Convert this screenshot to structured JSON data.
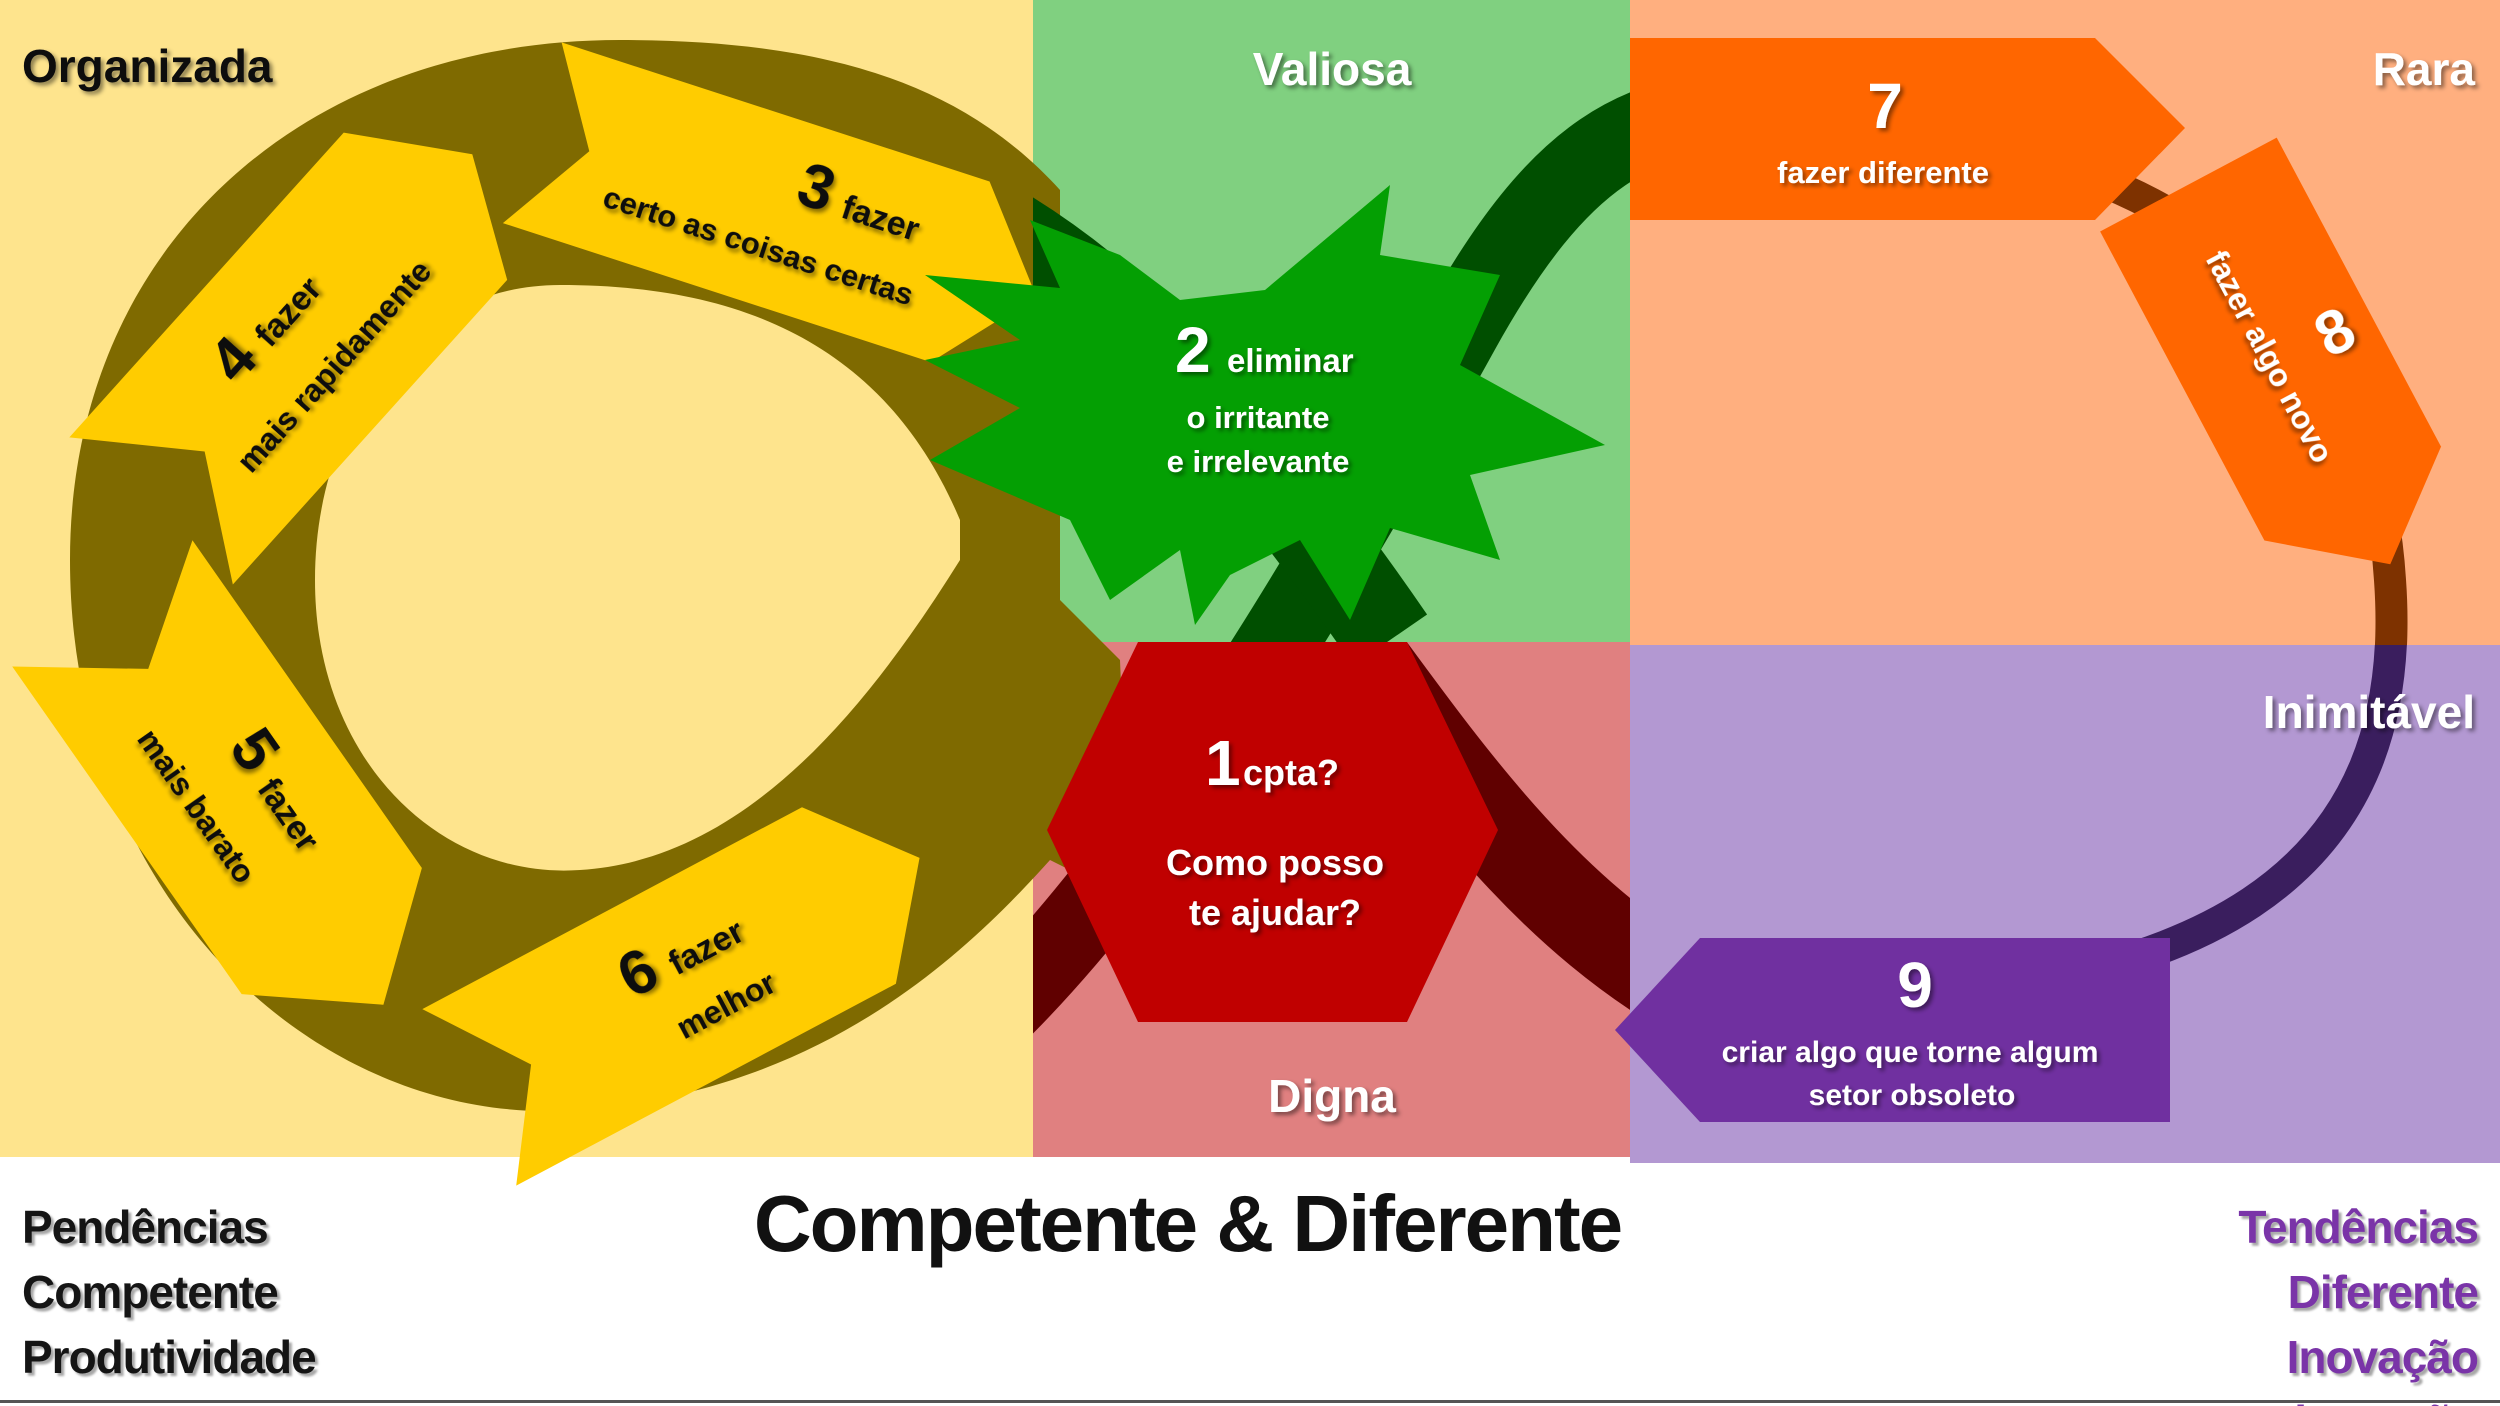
{
  "quadrants": {
    "organizada": "Organizada",
    "valiosa": "Valiosa",
    "rara": "Rara",
    "inimitavel": "Inimitável",
    "digna": "Digna"
  },
  "steps": {
    "s1": {
      "num": "1",
      "word": "cpta?",
      "line1": "Como posso",
      "line2": "te ajudar?"
    },
    "s2": {
      "num": "2",
      "word": "eliminar",
      "line1": "o irritante",
      "line2": "e irrelevante"
    },
    "s3": {
      "num": "3",
      "word": "fazer",
      "line1": "certo as coisas certas"
    },
    "s4": {
      "num": "4",
      "word": "fazer",
      "line1": "mais rapidamente"
    },
    "s5": {
      "num": "5",
      "word": "fazer",
      "line1": "mais barato"
    },
    "s6": {
      "num": "6",
      "word": "fazer",
      "line1": "melhor"
    },
    "s7": {
      "num": "7",
      "line1": "fazer diferente"
    },
    "s8": {
      "num": "8",
      "line1": "fazer algo novo"
    },
    "s9": {
      "num": "9",
      "line1": "criar algo que torne algum",
      "line2": "setor obsoleto"
    }
  },
  "title": "Competente & Diferente",
  "left_list": [
    "Pendências",
    "Competente",
    "Produtividade"
  ],
  "right_list": [
    "Tendências",
    "Diferente",
    "Inovação",
    "Disrupção"
  ],
  "colors": {
    "yellow_bg": "#FEE48D",
    "green_bg": "#80D080",
    "orange_bg": "#FFAF7F",
    "red_bg": "#E08080",
    "purple_bg": "#B398D2",
    "olive_loop": "#7F6A00",
    "arrow_yellow": "#FFCC00",
    "star_green": "#049F03",
    "hex_red": "#C00000",
    "arrow_orange": "#FF6600",
    "arrow_purple": "#7030A0",
    "accent_purple_text": "#7A34A8"
  }
}
